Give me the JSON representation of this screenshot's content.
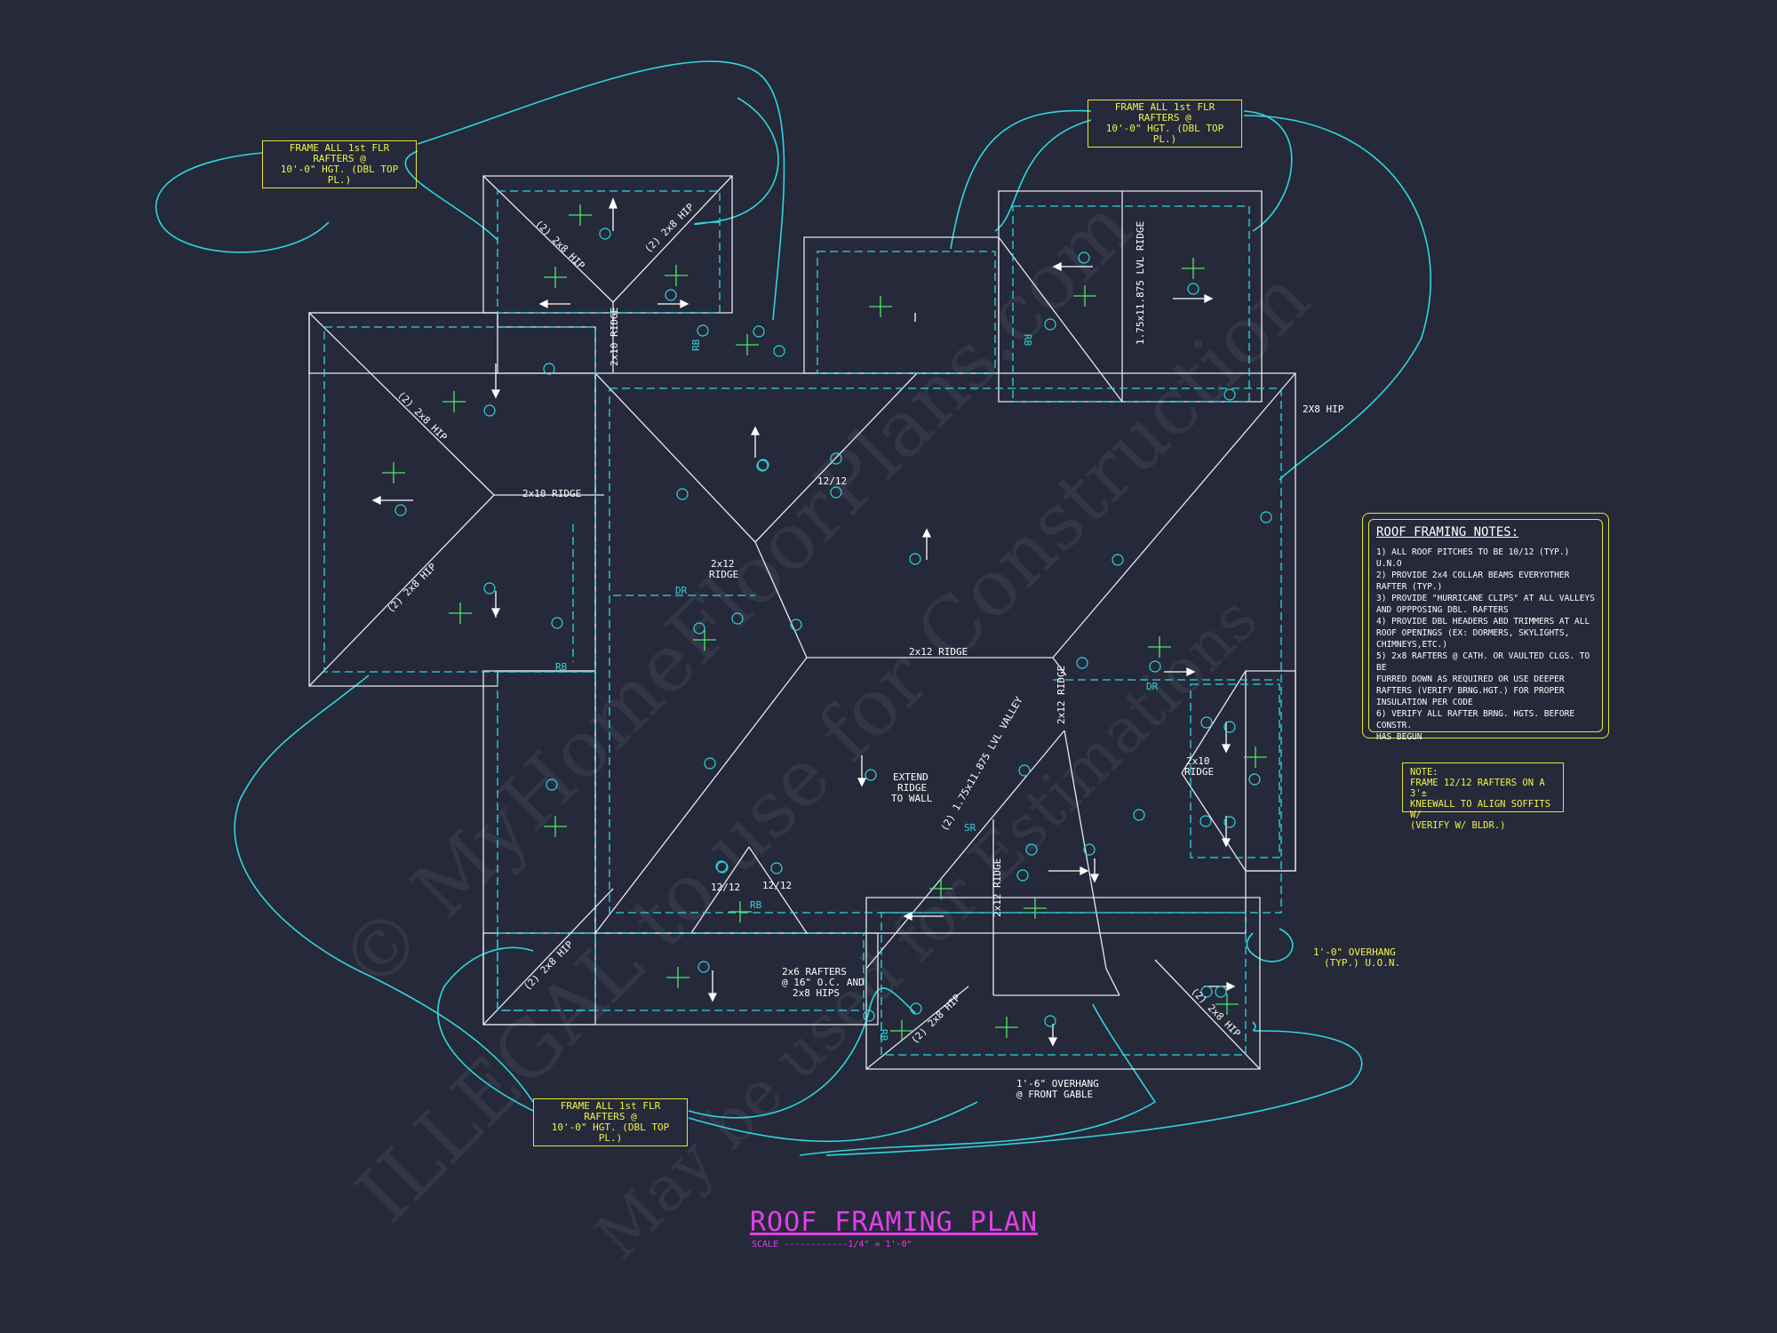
{
  "callouts": {
    "top_left": [
      "FRAME ALL 1st FLR RAFTERS @",
      "10'-0\" HGT. (DBL TOP PL.)"
    ],
    "top_right": [
      "FRAME ALL 1st FLR RAFTERS @",
      "10'-0\" HGT. (DBL TOP PL.)"
    ],
    "bottom": [
      "FRAME ALL 1st FLR RAFTERS @",
      "10'-0\" HGT. (DBL TOP PL.)"
    ]
  },
  "notes": {
    "title": "ROOF FRAMING NOTES:",
    "lines": [
      "1) ALL ROOF PITCHES TO BE 10/12 (TYP.) U.N.O",
      "2) PROVIDE 2x4 COLLAR BEAMS EVERYOTHER",
      "   RAFTER (TYP.)",
      "3) PROVIDE \"HURRICANE CLIPS\" AT ALL VALLEYS",
      "   AND OPPPOSING DBL. RAFTERS",
      "4) PROVIDE DBL HEADERS ABD TRIMMERS AT ALL",
      "   ROOF OPENINGS (EX: DORMERS, SKYLIGHTS,",
      "   CHIMNEYS,ETC.)",
      "5) 2x8 RAFTERS @ CATH. OR VAULTED CLGS. TO BE",
      "   FURRED DOWN AS REQUIRED OR USE DEEPER",
      "   RAFTERS (VERIFY BRNG.HGT.) FOR PROPER",
      "   INSULATION PER CODE",
      "6) VERIFY ALL RAFTER BRNG. HGTS. BEFORE CONSTR.",
      "   HAS BEGUN"
    ]
  },
  "note2": [
    "NOTE:",
    "FRAME 12/12 RAFTERS ON A 3'±",
    "KNEEWALL TO ALIGN SOFFITS W/",
    "(VERIFY W/ BLDR.)"
  ],
  "title": {
    "main": "ROOF FRAMING PLAN",
    "scale": "SCALE ------------1/4\" = 1'-0\""
  },
  "overhangs": {
    "right": [
      "1'-0\" OVERHANG",
      "(TYP.) U.O.N."
    ],
    "front": [
      "1'-6\" OVERHANG",
      "@ FRONT GABLE"
    ]
  },
  "labels": {
    "ridge_left": "2x10 RIDGE",
    "ridge_top": "2x10 RIDGE",
    "ridge_center": "2x12 RIDGE",
    "ridge_small": "2x12 RIDGE",
    "ridge_right": "2x12 RIDGE",
    "ridge_front": "2x12 RIDGE",
    "lvl_ridge": "1.75x11.875 LVL RIDGE",
    "lvl_valley": "(2) 1.75x11.875 LVL VALLEY",
    "hip_2x8": "2X8 HIP",
    "hip_nw1": "(2) 2x8 HIP",
    "hip_nw2": "(2) 2x8 HIP",
    "hip_w1": "(2) 2x8 HIP",
    "hip_w2": "(2) 2x8 HIP",
    "hip_sw": "(2) 2x8 HIP",
    "hip_s": "(2) 2x8 HIP",
    "hip_se": "(2) 2x8 HIP",
    "extend": [
      "EXTEND",
      "RIDGE",
      "TO WALL"
    ],
    "rafters_2x6": [
      "2x6 RAFTERS",
      "@ 16\" O.C. AND",
      "2x8 HIPS"
    ],
    "dr1": "DR",
    "dr2": "DR",
    "sr": "SR",
    "rb1": "RB",
    "rb2": "RB",
    "rb3": "RB",
    "rb4": "RB",
    "rb5": "RB",
    "pitch_12_12a": "12/12",
    "pitch_12_12b": "12/12",
    "pitch_12_12c": "12/12"
  },
  "watermark": [
    "© MyHomeFloorPlans.com",
    "ILLEGAL to use for Construction",
    "May be used for Estimations"
  ]
}
